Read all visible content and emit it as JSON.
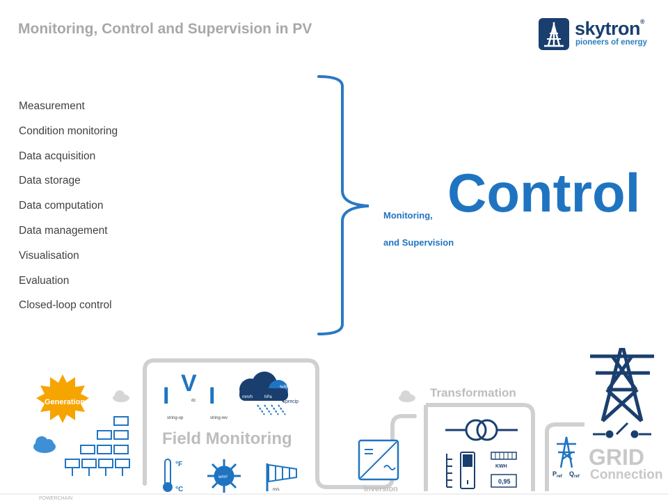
{
  "header": {
    "title": "Monitoring, Control and Supervision in PV"
  },
  "logo": {
    "name": "skytron",
    "registered": "®",
    "tagline": "pioneers of energy"
  },
  "functions": [
    "Measurement",
    "Condition monitoring",
    "Data acquisition",
    "Data storage",
    "Data computation",
    "Data management",
    "Visualisation",
    "Evaluation",
    "Closed-loop control"
  ],
  "summary": {
    "monitoring": "Monitoring,",
    "control": "Control",
    "supervision": "and Supervision"
  },
  "powerchain": {
    "footer": "POWERCHAIN",
    "generation": "Generation",
    "field_monitoring": "Field Monitoring",
    "transformation": "Transformation",
    "inversion": "Inversion",
    "grid": "GRID",
    "connection": "Connection",
    "dc_label": "dc",
    "string_op": "string-op",
    "string_rev": "string-rev",
    "rh": "%RH",
    "mmh": "mm/h",
    "hpa": "hPa",
    "q": "Q",
    "precip": "precip",
    "fahrenheit": "°F",
    "celsius": "°C",
    "wm2": "w/m²",
    "ms": "m/s",
    "kwh": "KWH",
    "meter_value": "0,95",
    "p": "P",
    "q2": "Q",
    "ref": "ref"
  },
  "colors": {
    "accent": "#1f74c1",
    "brand": "#1a3f6e",
    "gray": "#c8c8c8",
    "sun": "#f6a400"
  }
}
